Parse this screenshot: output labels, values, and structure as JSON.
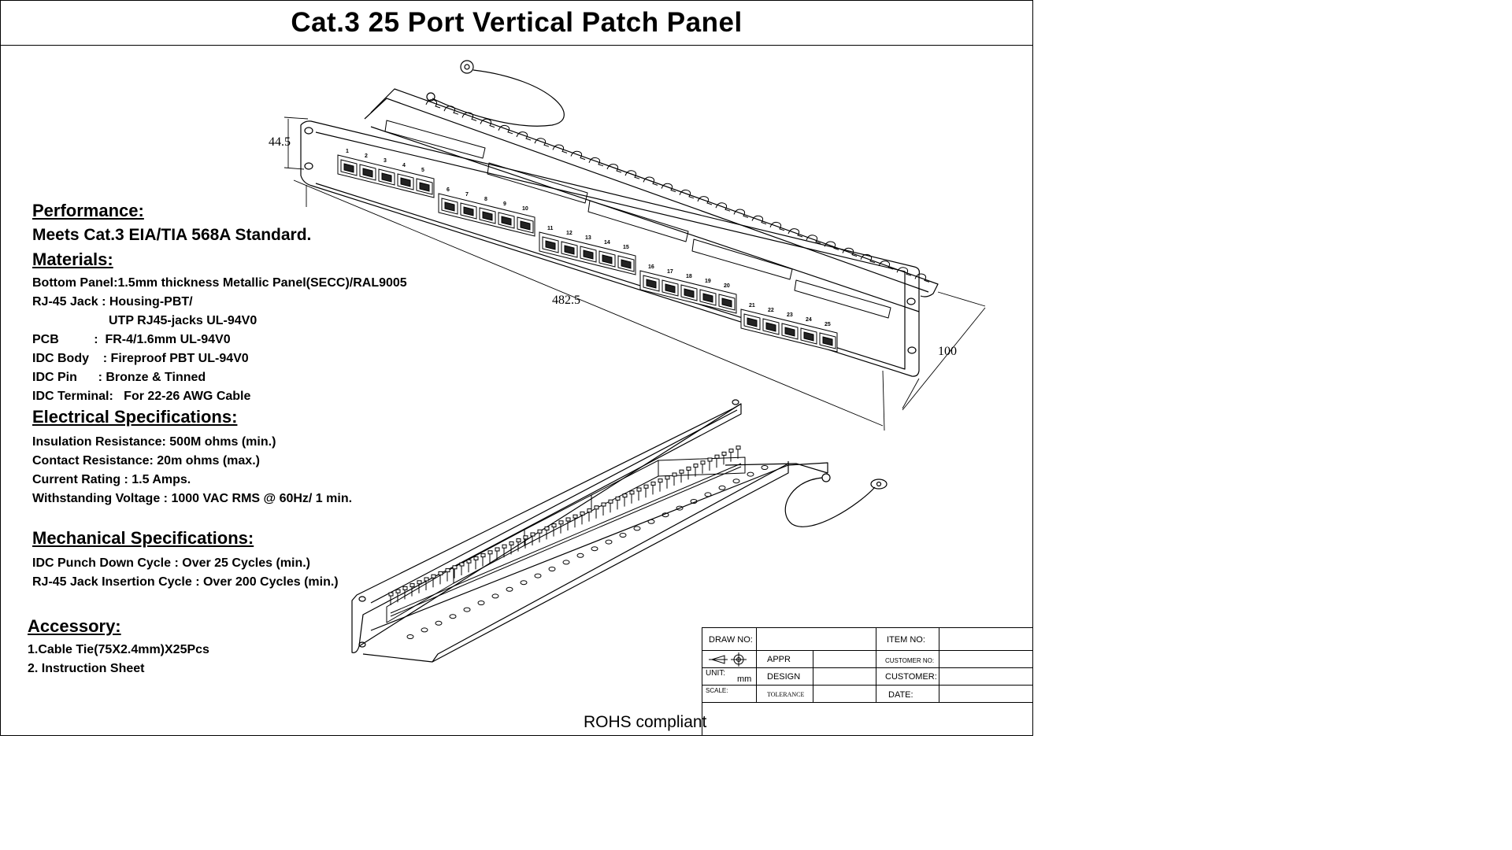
{
  "header": {
    "title": "Cat.3  25  Port  Vertical  Patch  Panel"
  },
  "dimensions": {
    "height": "44.5",
    "width": "482.5",
    "depth": "100"
  },
  "port_numbers": [
    "1",
    "2",
    "3",
    "4",
    "5",
    "6",
    "7",
    "8",
    "9",
    "10",
    "11",
    "12",
    "13",
    "14",
    "15",
    "16",
    "17",
    "18",
    "19",
    "20",
    "21",
    "22",
    "23",
    "24",
    "25"
  ],
  "specs": {
    "performance_heading": "Performance:",
    "performance_line": "Meets Cat.3 EIA/TIA 568A Standard.",
    "materials_heading": "Materials:",
    "materials": [
      "Bottom Panel:1.5mm thickness Metallic Panel(SECC)/RAL9005",
      "RJ-45 Jack : Housing-PBT/",
      "UTP RJ45-jacks  UL-94V0",
      "PCB          :  FR-4/1.6mm UL-94V0",
      "IDC Body    : Fireproof PBT UL-94V0",
      "IDC Pin      : Bronze & Tinned",
      "IDC Terminal:   For 22-26 AWG Cable"
    ],
    "electrical_heading": "Electrical Specifications:",
    "electrical": [
      "Insulation Resistance: 500M ohms (min.)",
      "Contact Resistance: 20m ohms (max.)",
      "Current Rating : 1.5 Amps.",
      "Withstanding Voltage : 1000 VAC RMS @ 60Hz/ 1 min."
    ],
    "mechanical_heading": "Mechanical Specifications:",
    "mechanical": [
      "IDC Punch Down Cycle : Over 25 Cycles (min.)",
      "RJ-45 Jack Insertion Cycle : Over 200 Cycles (min.)"
    ],
    "accessory_heading": "Accessory:",
    "accessory": [
      "1.Cable Tie(75X2.4mm)X25Pcs",
      "2. Instruction Sheet"
    ]
  },
  "footer": {
    "rohs": "ROHS compliant"
  },
  "title_block": {
    "draw_no": "DRAW NO:",
    "item_no": "ITEM  NO:",
    "appr": "APPR",
    "customer_no": "CUSTOMER NO:",
    "unit": "UNIT:",
    "unit_value": "mm",
    "design": "DESIGN",
    "customer": "CUSTOMER:",
    "scale": "SCALE:",
    "tolerance": "TOLERANCE",
    "date": "DATE:"
  }
}
